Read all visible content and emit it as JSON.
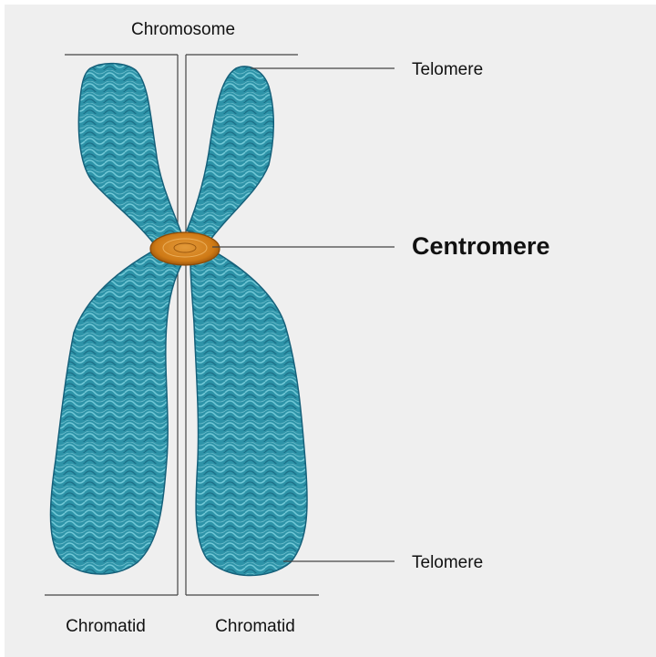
{
  "labels": {
    "chromosome": "Chromosome",
    "telomere_top": "Telomere",
    "centromere": "Centromere",
    "telomere_bottom": "Telomere",
    "chromatid_left": "Chromatid",
    "chromatid_right": "Chromatid"
  },
  "colors": {
    "background": "#efefef",
    "chromatid_fill": "#2d93a8",
    "chromatid_dark": "#15607a",
    "chromatid_light": "#7fd3df",
    "centromere_fill": "#cf7a16",
    "centromere_dark": "#8a4a08",
    "line": "#444444"
  }
}
